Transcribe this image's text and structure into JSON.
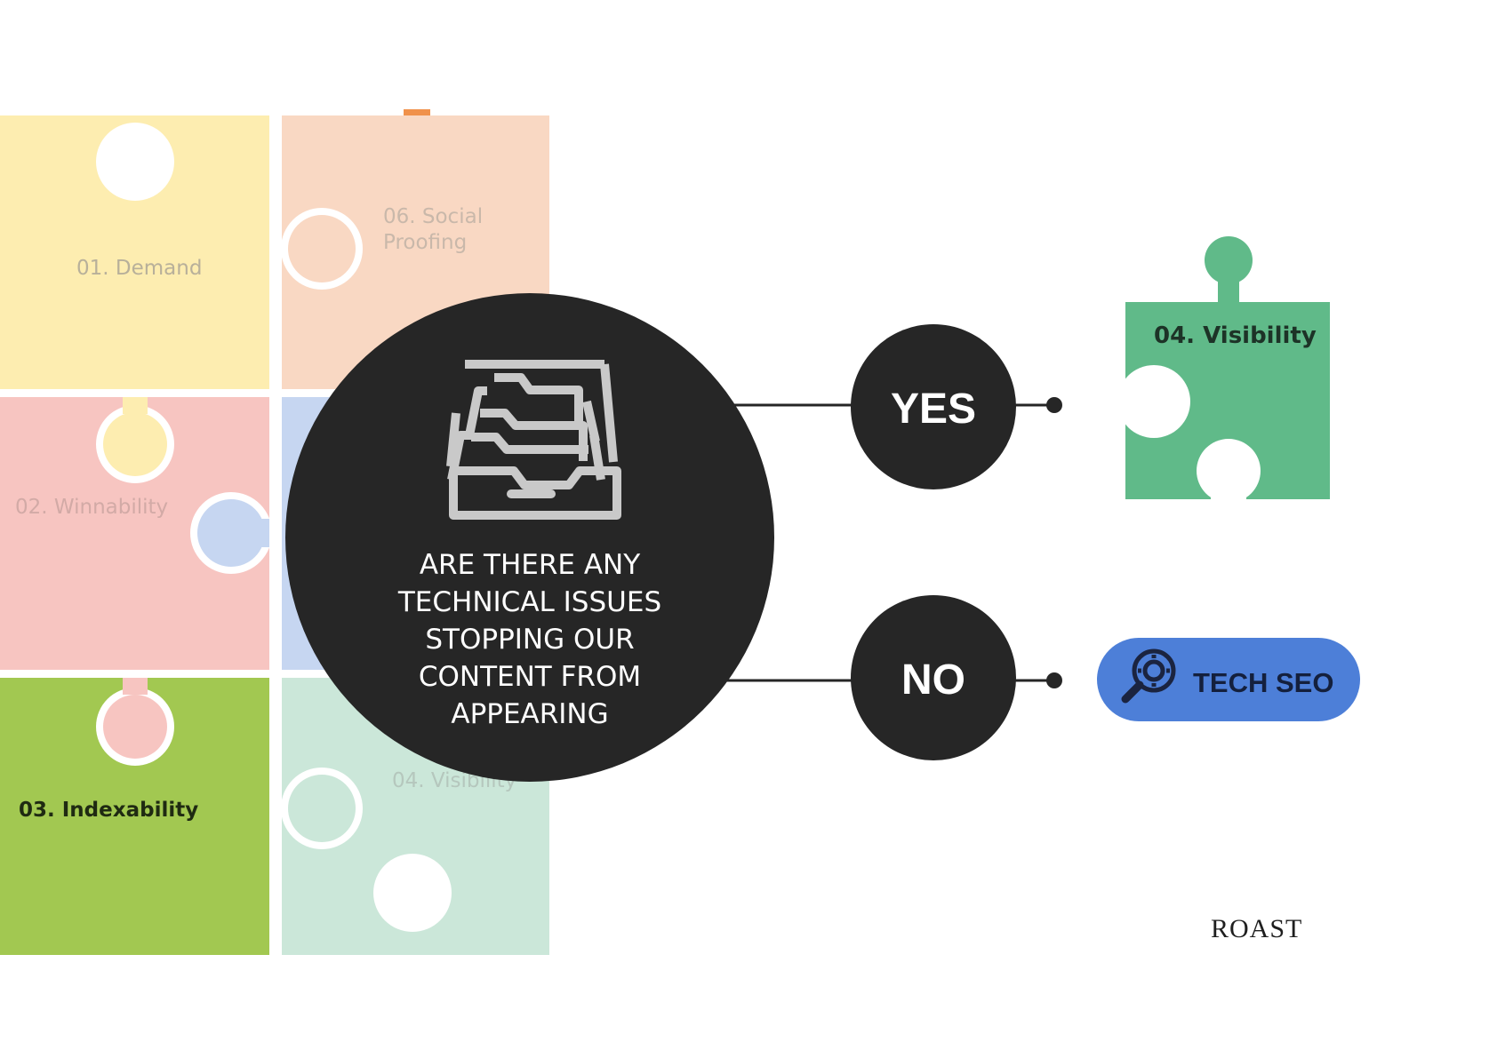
{
  "colors": {
    "demand": "#fdedb0",
    "social": "#f9d8c3",
    "winnability": "#f7c5c1",
    "hidden_blue": "#c6d6f1",
    "indexability": "#a2c851",
    "visibility_faded": "#cbe7d9",
    "visibility_green": "#60ba89",
    "question_circle": "#262626",
    "tech_seo_pill": "#4d7fd8"
  },
  "puzzle": {
    "demand": "01. Demand",
    "social_line1": "06. Social",
    "social_line2": "Proofing",
    "winnability": "02. Winnability",
    "indexability": "03. Indexability",
    "visibility": "04. Visibility"
  },
  "question": {
    "icon": "file-drawer-icon",
    "lines": [
      "ARE THERE ANY",
      "TECHNICAL ISSUES",
      "STOPPING OUR",
      "CONTENT FROM",
      "APPEARING"
    ]
  },
  "answers": {
    "yes": "YES",
    "no": "NO"
  },
  "outcomes": {
    "yes_piece_label": "04. Visibility",
    "no_pill_label": "TECH SEO",
    "no_pill_icon": "magnifier-gear-icon"
  },
  "logo": "ROAST"
}
